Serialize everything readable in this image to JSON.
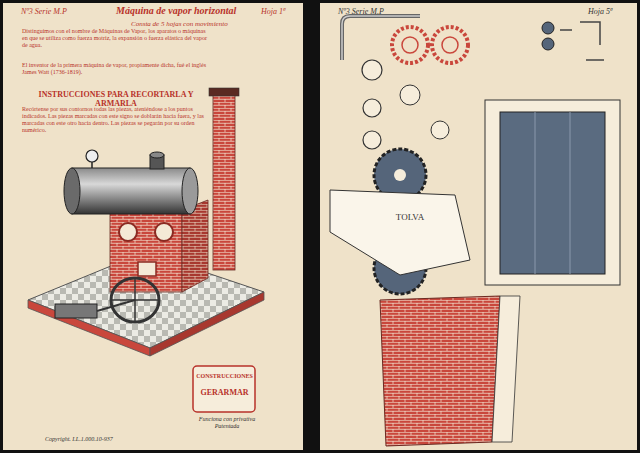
{
  "diagram": {
    "title": "Máquina de vapor horizontal",
    "nodes": [
      {
        "text": [
          "Nº3 Serie M.P",
          "Consta de 5 hojas con movimiento",
          "Hoja 1ª"
        ]
      },
      {
        "text": [
          "CONSTRUCCIONES",
          "GERARMAR"
        ],
        "in": 0
      },
      {
        "text": [
          "Nº3 Serie M.P",
          "Hoja 5ª"
        ]
      },
      {
        "text": [
          "TOLVA"
        ],
        "in": 2
      }
    ],
    "labels": [
      "INSTRUCCIONES PARA RECORTARLA Y ARMARLA",
      "Distinguimos con el nombre de Máquinas de Vapor, los aparatos o máquinas en que se utiliza como fuerza motriz, la expansión o fuerza elástica del vapor de agua.",
      "El inventor de la primera máquina de vapor, propiamente dicha, fué el inglés James Watt (1736-1819).",
      "Recórtense por sus contornos todas las piezas, ateniéndose a los puntos indicados. Las piezas marcadas con este signo se doblarán hacia fuera, y las marcadas con este otro hacia dentro. Las piezas se pegarán por su orden numérico.",
      "Copyright. I.L.1.000.10-937",
      "Funciona con privativa Patentada"
    ]
  }
}
